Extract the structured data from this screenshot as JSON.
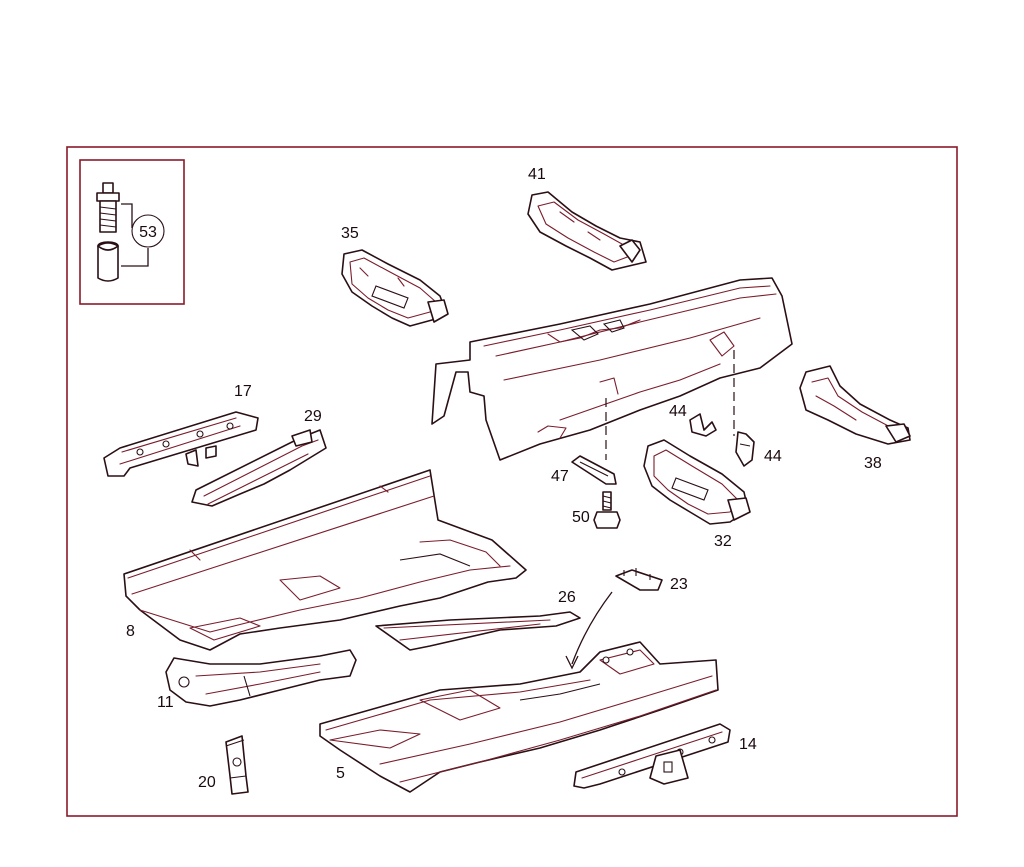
{
  "colors": {
    "frame": "#8a1a2a",
    "line": "#2a1015",
    "accent": "#7a1d2c",
    "background": "#ffffff"
  },
  "callouts": {
    "c53": "53",
    "c41": "41",
    "c35": "35",
    "c17": "17",
    "c29": "29",
    "c44a": "44",
    "c44b": "44",
    "c38": "38",
    "c47": "47",
    "c50": "50",
    "c32": "32",
    "c23": "23",
    "c26": "26",
    "c8": "8",
    "c11": "11",
    "c5": "5",
    "c14": "14",
    "c20": "20"
  }
}
